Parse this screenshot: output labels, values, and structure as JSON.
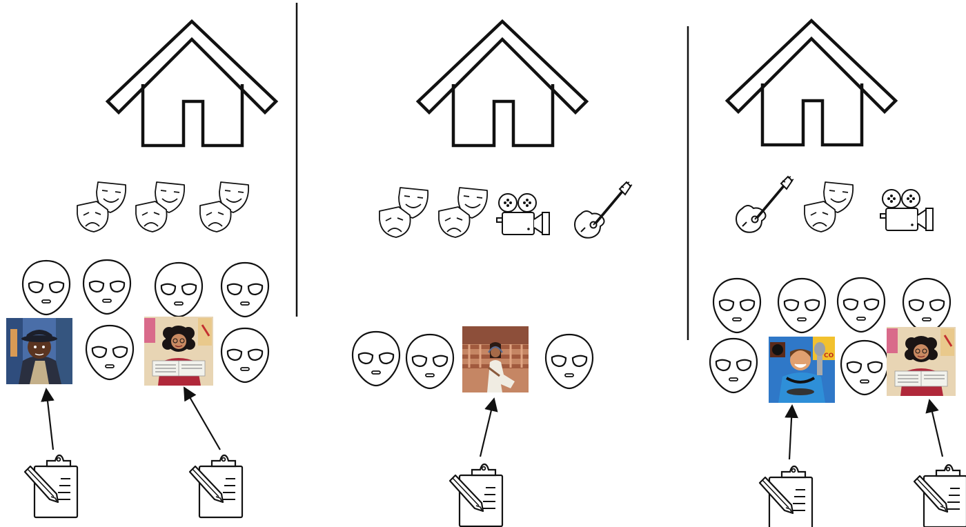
{
  "panels": [
    {
      "id": "panel-1",
      "house": "house-icon",
      "genres": [
        "theater-masks-icon",
        "theater-masks-icon",
        "theater-masks-icon"
      ],
      "audience": [
        "alien-icon",
        "alien-icon",
        "alien-icon",
        "alien-icon",
        "detective-avatar",
        "alien-icon",
        "reader-avatar",
        "alien-icon"
      ],
      "surveys": [
        "clipboard-icon",
        "clipboard-icon"
      ]
    },
    {
      "id": "panel-2",
      "house": "house-icon",
      "genres": [
        "theater-masks-icon",
        "theater-masks-icon",
        "movie-camera-icon",
        "guitar-icon"
      ],
      "audience": [
        "alien-icon",
        "alien-icon",
        "cinema-listener-avatar",
        "alien-icon"
      ],
      "surveys": [
        "clipboard-icon"
      ]
    },
    {
      "id": "panel-3",
      "house": "house-icon",
      "genres": [
        "guitar-icon",
        "theater-masks-icon",
        "movie-camera-icon"
      ],
      "audience": [
        "alien-icon",
        "alien-icon",
        "alien-icon",
        "alien-icon",
        "alien-icon",
        "comedy-fan-avatar",
        "alien-icon",
        "reader-avatar"
      ],
      "surveys": [
        "clipboard-icon",
        "clipboard-icon"
      ]
    }
  ],
  "colors": {
    "stroke": "#111111",
    "background": "#ffffff",
    "detective_bg": "#3b5f9a",
    "reader_bg": "#e9d6b8",
    "cinema_bg": "#c98a6a",
    "comedy_bg": "#2f7fd0"
  }
}
